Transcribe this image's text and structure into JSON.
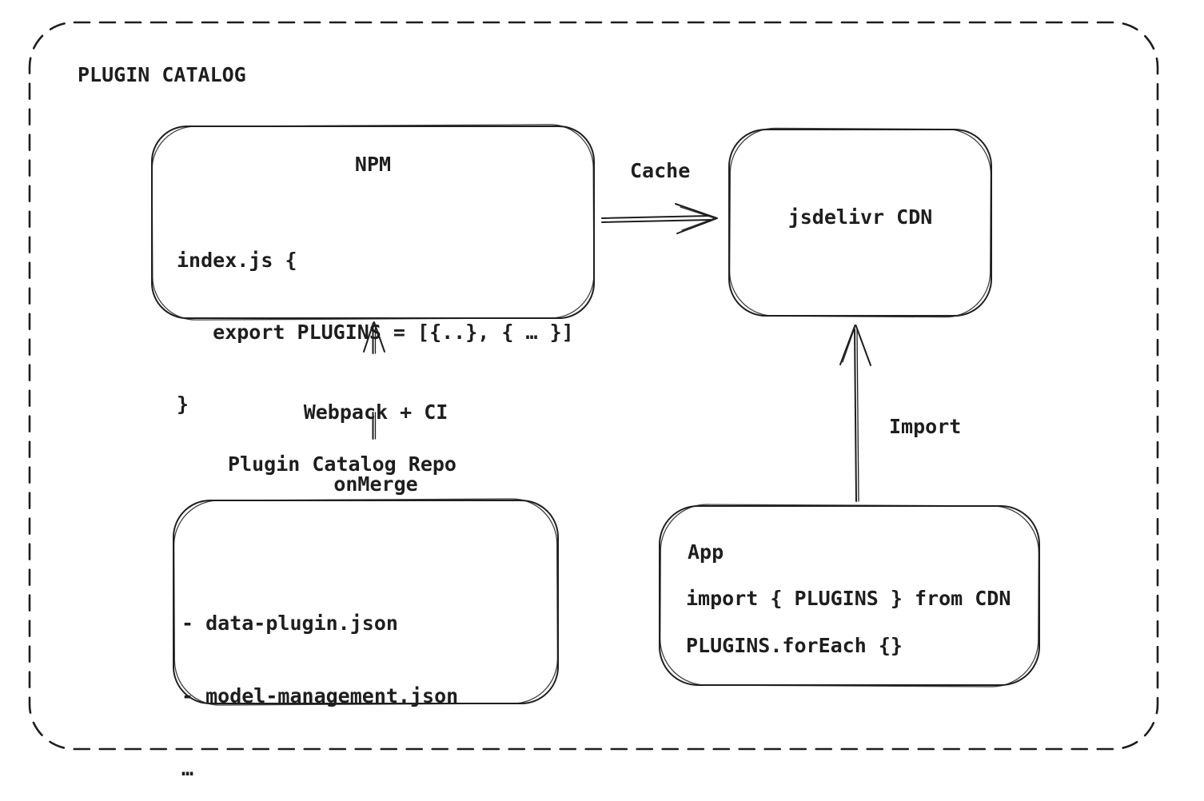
{
  "frame": {
    "title": "PLUGIN CATALOG"
  },
  "colors": {
    "stroke": "#1e1e1e",
    "background": "#ffffff"
  },
  "nodes": {
    "npm": {
      "title": "NPM",
      "code_lines": [
        "index.js {",
        "   export PLUGINS = [{..}, { … }]",
        "}"
      ]
    },
    "cdn": {
      "label": "jsdelivr CDN"
    },
    "repo": {
      "title": "Plugin Catalog Repo",
      "items": [
        "- data-plugin.json",
        "- model-management.json",
        "…"
      ]
    },
    "app": {
      "title": "App",
      "code_lines": [
        "import { PLUGINS } from CDN",
        "PLUGINS.forEach {}"
      ]
    }
  },
  "edges": {
    "cache": {
      "label": "Cache"
    },
    "build": {
      "label_lines": [
        "Webpack + CI",
        "onMerge"
      ]
    },
    "import": {
      "label": "Import"
    }
  }
}
